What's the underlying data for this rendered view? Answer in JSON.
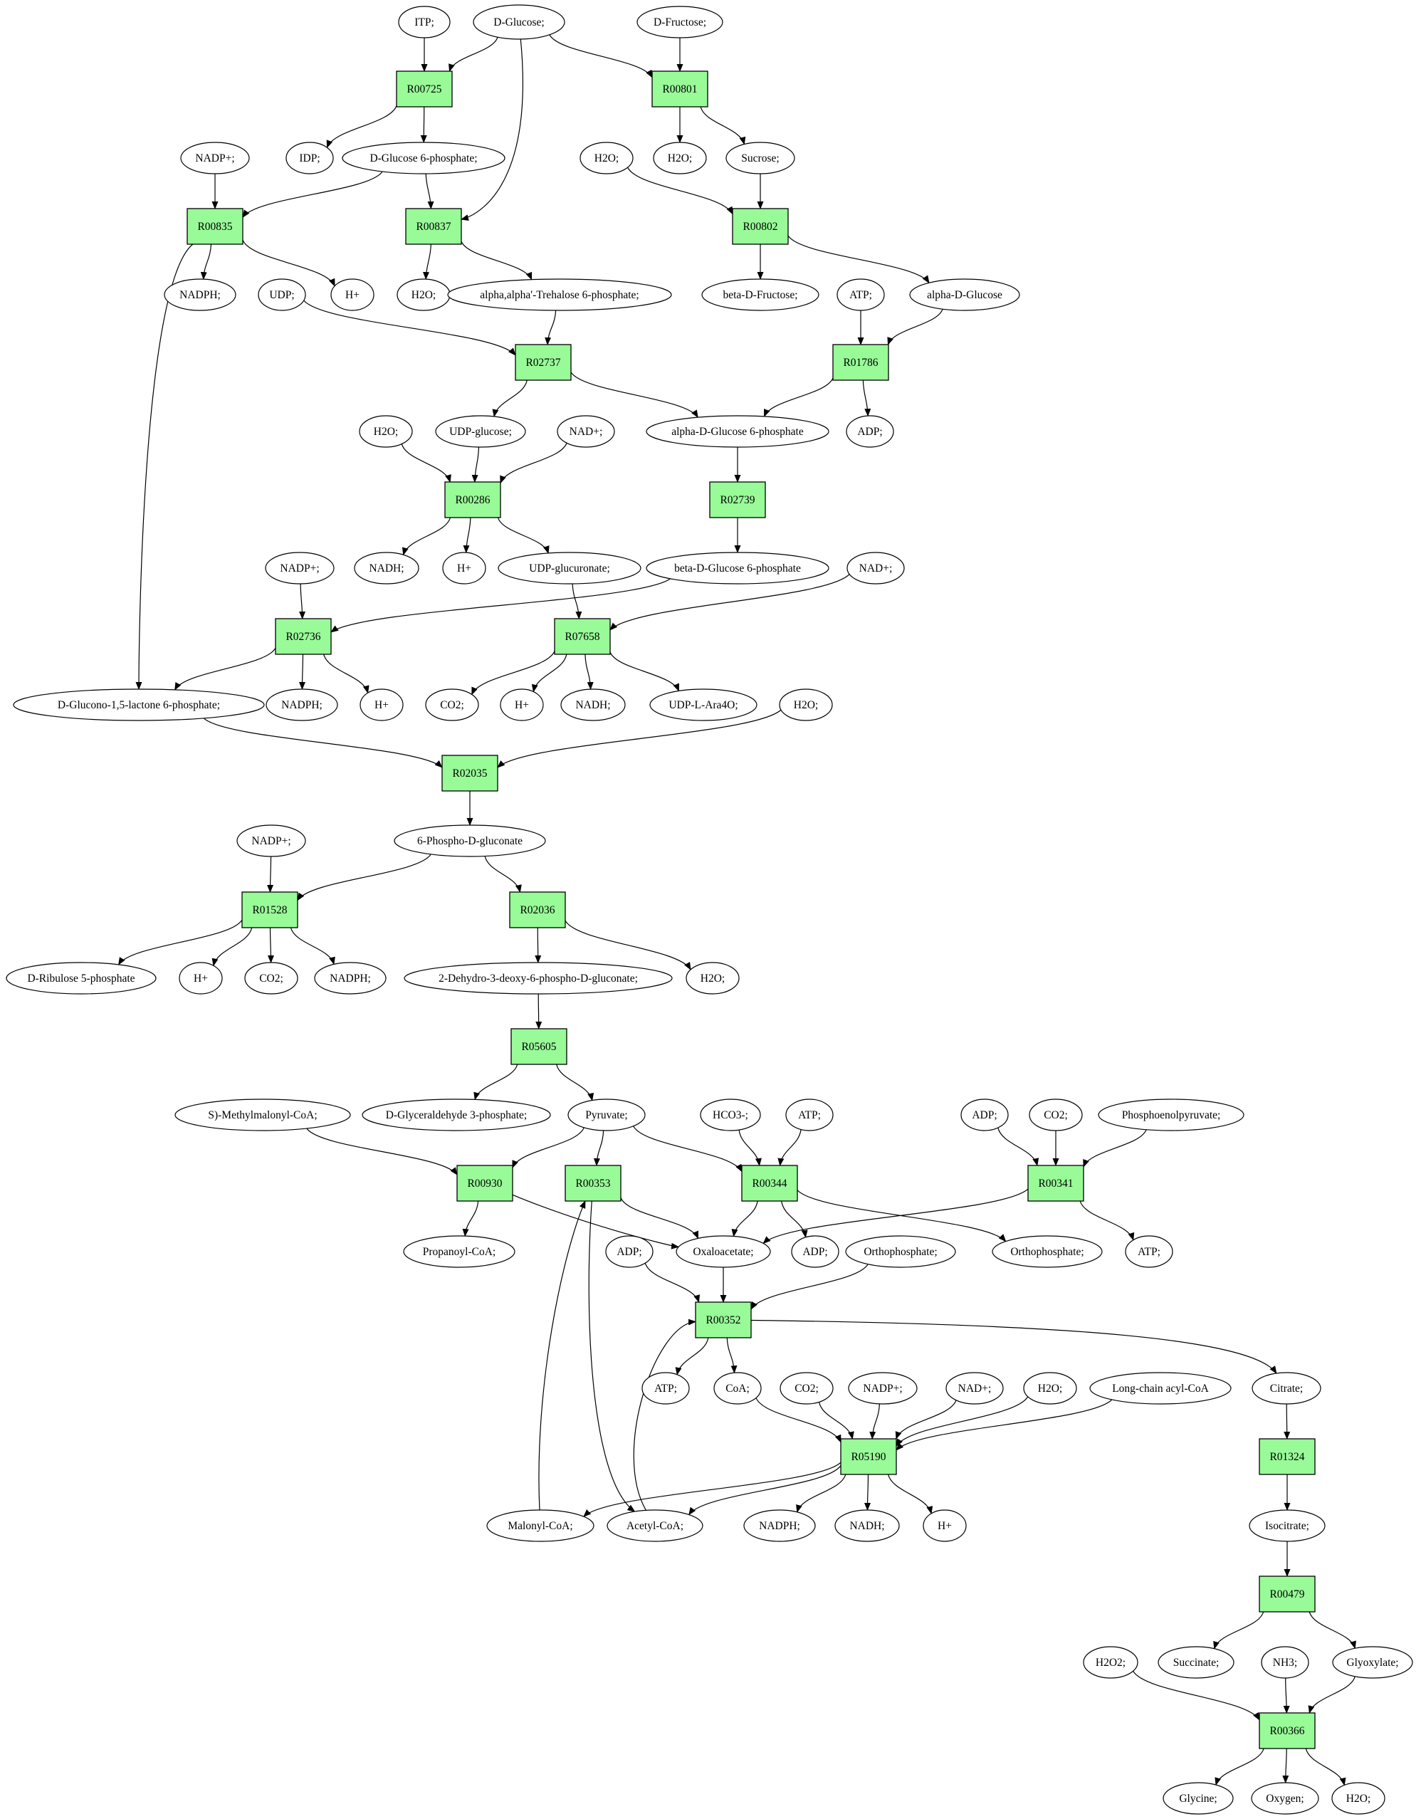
{
  "colors": {
    "reaction_fill": "#98fb98",
    "start_fill": "#00ff00",
    "target_fill": "#ffff00",
    "compound_fill": "#ffffff",
    "stroke": "#000000"
  },
  "compounds": [
    {
      "id": "c_itp",
      "label": "ITP;"
    },
    {
      "id": "c_dglucose",
      "label": "D-Glucose;"
    },
    {
      "id": "c_dfructose",
      "label": "D-Fructose;"
    },
    {
      "id": "c_nadp1",
      "label": "NADP+;"
    },
    {
      "id": "c_idp",
      "label": "IDP;"
    },
    {
      "id": "c_g6p",
      "label": "D-Glucose 6-phosphate;"
    },
    {
      "id": "c_h2o_a",
      "label": "H2O;"
    },
    {
      "id": "c_h2o_b",
      "label": "H2O;"
    },
    {
      "id": "c_sucrose",
      "label": "Sucrose;"
    },
    {
      "id": "c_nadph1",
      "label": "NADPH;"
    },
    {
      "id": "c_udp",
      "label": "UDP;"
    },
    {
      "id": "c_h_1",
      "label": "H+"
    },
    {
      "id": "c_h2o_c",
      "label": "H2O;"
    },
    {
      "id": "c_trehalose",
      "label": "alpha,alpha'-Trehalose 6-phosphate;"
    },
    {
      "id": "c_bfructose",
      "label": "beta-D-Fructose;"
    },
    {
      "id": "c_atp1",
      "label": "ATP;"
    },
    {
      "id": "c_aglucose",
      "label": "alpha-D-Glucose"
    },
    {
      "id": "c_h2o_d",
      "label": "H2O;"
    },
    {
      "id": "c_udpglucose",
      "label": "UDP-glucose;"
    },
    {
      "id": "c_nad1",
      "label": "NAD+;"
    },
    {
      "id": "c_ag6p",
      "label": "alpha-D-Glucose 6-phosphate"
    },
    {
      "id": "c_adp1",
      "label": "ADP;"
    },
    {
      "id": "c_nadh1",
      "label": "NADH;"
    },
    {
      "id": "c_h_2",
      "label": "H+"
    },
    {
      "id": "c_udpglucuronate",
      "label": "UDP-glucuronate;"
    },
    {
      "id": "c_bg6p",
      "label": "beta-D-Glucose 6-phosphate"
    },
    {
      "id": "c_nadp2",
      "label": "NADP+;"
    },
    {
      "id": "c_nad2",
      "label": "NAD+;"
    },
    {
      "id": "c_gluconolactone",
      "label": "D-Glucono-1,5-lactone 6-phosphate;"
    },
    {
      "id": "c_nadph2",
      "label": "NADPH;"
    },
    {
      "id": "c_h_3",
      "label": "H+"
    },
    {
      "id": "c_co2_1",
      "label": "CO2;"
    },
    {
      "id": "c_h_4",
      "label": "H+"
    },
    {
      "id": "c_nadh2",
      "label": "NADH;"
    },
    {
      "id": "c_udpara",
      "label": "UDP-L-Ara4O;"
    },
    {
      "id": "c_h2o_e",
      "label": "H2O;"
    },
    {
      "id": "c_nadp3",
      "label": "NADP+;"
    },
    {
      "id": "c_6pg",
      "label": "6-Phospho-D-gluconate"
    },
    {
      "id": "c_ribulose",
      "label": "D-Ribulose 5-phosphate"
    },
    {
      "id": "c_h_5",
      "label": "H+"
    },
    {
      "id": "c_co2_2",
      "label": "CO2;"
    },
    {
      "id": "c_nadph3",
      "label": "NADPH;"
    },
    {
      "id": "c_kdpg",
      "label": "2-Dehydro-3-deoxy-6-phospho-D-gluconate;"
    },
    {
      "id": "c_h2o_f",
      "label": "H2O;"
    },
    {
      "id": "c_methylmalonyl",
      "label": "S)-Methylmalonyl-CoA;"
    },
    {
      "id": "c_g3p",
      "label": "D-Glyceraldehyde 3-phosphate;"
    },
    {
      "id": "c_pyruvate",
      "label": "Pyruvate;"
    },
    {
      "id": "c_hco3",
      "label": "HCO3-;"
    },
    {
      "id": "c_atp2",
      "label": "ATP;"
    },
    {
      "id": "c_adp2",
      "label": "ADP;"
    },
    {
      "id": "c_co2_3",
      "label": "CO2;"
    },
    {
      "id": "c_pep",
      "label": "Phosphoenolpyruvate;"
    },
    {
      "id": "c_propanoyl",
      "label": "Propanoyl-CoA;"
    },
    {
      "id": "c_adp3",
      "label": "ADP;"
    },
    {
      "id": "c_oxaloacetate",
      "label": "Oxaloacetate;"
    },
    {
      "id": "c_adp4",
      "label": "ADP;"
    },
    {
      "id": "c_orthophos1",
      "label": "Orthophosphate;"
    },
    {
      "id": "c_orthophos2",
      "label": "Orthophosphate;"
    },
    {
      "id": "c_atp3",
      "label": "ATP;"
    },
    {
      "id": "c_atp4",
      "label": "ATP;"
    },
    {
      "id": "c_coa",
      "label": "CoA;"
    },
    {
      "id": "c_co2_4",
      "label": "CO2;"
    },
    {
      "id": "c_nadp4",
      "label": "NADP+;"
    },
    {
      "id": "c_nad3",
      "label": "NAD+;"
    },
    {
      "id": "c_h2o_g",
      "label": "H2O;"
    },
    {
      "id": "c_acylcoa",
      "label": "Long-chain acyl-CoA"
    },
    {
      "id": "c_citrate",
      "label": "Citrate;"
    },
    {
      "id": "c_malonyl",
      "label": "Malonyl-CoA;"
    },
    {
      "id": "c_acetyl",
      "label": "Acetyl-CoA;"
    },
    {
      "id": "c_nadph4",
      "label": "NADPH;"
    },
    {
      "id": "c_nadh3",
      "label": "NADH;"
    },
    {
      "id": "c_h_6",
      "label": "H+"
    },
    {
      "id": "c_isocitrate",
      "label": "Isocitrate;"
    },
    {
      "id": "c_h2o2",
      "label": "H2O2;"
    },
    {
      "id": "c_succinate",
      "label": "Succinate;"
    },
    {
      "id": "c_nh3",
      "label": "NH3;"
    },
    {
      "id": "c_glyoxylate",
      "label": "Glyoxylate;"
    },
    {
      "id": "c_glycine",
      "label": "Glycine;"
    },
    {
      "id": "c_oxygen",
      "label": "Oxygen;"
    },
    {
      "id": "c_h2o_h",
      "label": "H2O;"
    }
  ],
  "reactions": [
    {
      "id": "r_00725",
      "label": "R00725"
    },
    {
      "id": "r_00801",
      "label": "R00801"
    },
    {
      "id": "r_00835",
      "label": "R00835"
    },
    {
      "id": "r_00837",
      "label": "R00837"
    },
    {
      "id": "r_00802",
      "label": "R00802"
    },
    {
      "id": "r_02737",
      "label": "R02737"
    },
    {
      "id": "r_01786",
      "label": "R01786"
    },
    {
      "id": "r_00286",
      "label": "R00286"
    },
    {
      "id": "r_02739",
      "label": "R02739"
    },
    {
      "id": "r_02736",
      "label": "R02736"
    },
    {
      "id": "r_07658",
      "label": "R07658"
    },
    {
      "id": "r_02035",
      "label": "R02035"
    },
    {
      "id": "r_01528",
      "label": "R01528"
    },
    {
      "id": "r_02036",
      "label": "R02036"
    },
    {
      "id": "r_05605",
      "label": "R05605"
    },
    {
      "id": "r_00930",
      "label": "R00930"
    },
    {
      "id": "r_00353",
      "label": "R00353"
    },
    {
      "id": "r_00344",
      "label": "R00344"
    },
    {
      "id": "r_00341",
      "label": "R00341"
    },
    {
      "id": "r_00352",
      "label": "R00352"
    },
    {
      "id": "r_05190",
      "label": "R05190"
    },
    {
      "id": "r_01324",
      "label": "R01324"
    },
    {
      "id": "r_00479",
      "label": "R00479"
    },
    {
      "id": "r_00366",
      "label": "R00366"
    }
  ],
  "edges": [
    [
      "c_itp",
      "r_00725"
    ],
    [
      "c_dglucose",
      "r_00725"
    ],
    [
      "r_00725",
      "c_idp"
    ],
    [
      "r_00725",
      "c_g6p"
    ],
    [
      "c_dglucose",
      "r_00801"
    ],
    [
      "c_dfructose",
      "r_00801"
    ],
    [
      "r_00801",
      "c_h2o_b"
    ],
    [
      "r_00801",
      "c_sucrose"
    ],
    [
      "c_dglucose",
      "r_00837"
    ],
    [
      "c_nadp1",
      "r_00835"
    ],
    [
      "c_g6p",
      "r_00835"
    ],
    [
      "r_00835",
      "c_nadph1"
    ],
    [
      "r_00835",
      "c_h_1"
    ],
    [
      "r_00835",
      "c_gluconolactone"
    ],
    [
      "c_g6p",
      "r_00837"
    ],
    [
      "r_00837",
      "c_h2o_c"
    ],
    [
      "r_00837",
      "c_trehalose"
    ],
    [
      "c_h2o_a",
      "r_00802"
    ],
    [
      "c_sucrose",
      "r_00802"
    ],
    [
      "r_00802",
      "c_bfructose"
    ],
    [
      "r_00802",
      "c_aglucose"
    ],
    [
      "c_udp",
      "r_02737"
    ],
    [
      "c_trehalose",
      "r_02737"
    ],
    [
      "r_02737",
      "c_udpglucose"
    ],
    [
      "r_02737",
      "c_ag6p"
    ],
    [
      "c_atp1",
      "r_01786"
    ],
    [
      "c_aglucose",
      "r_01786"
    ],
    [
      "r_01786",
      "c_ag6p"
    ],
    [
      "r_01786",
      "c_adp1"
    ],
    [
      "c_h2o_d",
      "r_00286"
    ],
    [
      "c_udpglucose",
      "r_00286"
    ],
    [
      "c_nad1",
      "r_00286"
    ],
    [
      "r_00286",
      "c_nadh1"
    ],
    [
      "r_00286",
      "c_h_2"
    ],
    [
      "r_00286",
      "c_udpglucuronate"
    ],
    [
      "c_ag6p",
      "r_02739"
    ],
    [
      "r_02739",
      "c_bg6p"
    ],
    [
      "c_nadp2",
      "r_02736"
    ],
    [
      "c_bg6p",
      "r_02736"
    ],
    [
      "r_02736",
      "c_gluconolactone"
    ],
    [
      "r_02736",
      "c_nadph2"
    ],
    [
      "r_02736",
      "c_h_3"
    ],
    [
      "c_udpglucuronate",
      "r_07658"
    ],
    [
      "c_nad2",
      "r_07658"
    ],
    [
      "r_07658",
      "c_co2_1"
    ],
    [
      "r_07658",
      "c_h_4"
    ],
    [
      "r_07658",
      "c_nadh2"
    ],
    [
      "r_07658",
      "c_udpara"
    ],
    [
      "c_gluconolactone",
      "r_02035"
    ],
    [
      "c_h2o_e",
      "r_02035"
    ],
    [
      "r_02035",
      "c_6pg"
    ],
    [
      "c_nadp3",
      "r_01528"
    ],
    [
      "c_6pg",
      "r_01528"
    ],
    [
      "r_01528",
      "c_ribulose"
    ],
    [
      "r_01528",
      "c_h_5"
    ],
    [
      "r_01528",
      "c_co2_2"
    ],
    [
      "r_01528",
      "c_nadph3"
    ],
    [
      "c_6pg",
      "r_02036"
    ],
    [
      "r_02036",
      "c_kdpg"
    ],
    [
      "r_02036",
      "c_h2o_f"
    ],
    [
      "c_kdpg",
      "r_05605"
    ],
    [
      "r_05605",
      "c_g3p"
    ],
    [
      "r_05605",
      "c_pyruvate"
    ],
    [
      "c_methylmalonyl",
      "r_00930"
    ],
    [
      "c_pyruvate",
      "r_00930"
    ],
    [
      "r_00930",
      "c_propanoyl"
    ],
    [
      "r_00930",
      "c_oxaloacetate"
    ],
    [
      "c_pyruvate",
      "r_00353"
    ],
    [
      "c_malonyl",
      "r_00353"
    ],
    [
      "r_00353",
      "c_oxaloacetate"
    ],
    [
      "r_00353",
      "c_acetyl"
    ],
    [
      "c_pyruvate",
      "r_00344"
    ],
    [
      "c_hco3",
      "r_00344"
    ],
    [
      "c_atp2",
      "r_00344"
    ],
    [
      "r_00344",
      "c_oxaloacetate"
    ],
    [
      "r_00344",
      "c_adp4"
    ],
    [
      "r_00344",
      "c_orthophos2"
    ],
    [
      "c_adp2",
      "r_00341"
    ],
    [
      "c_co2_3",
      "r_00341"
    ],
    [
      "c_pep",
      "r_00341"
    ],
    [
      "r_00341",
      "c_oxaloacetate"
    ],
    [
      "r_00341",
      "c_atp3"
    ],
    [
      "c_adp3",
      "r_00352"
    ],
    [
      "c_oxaloacetate",
      "r_00352"
    ],
    [
      "c_orthophos1",
      "r_00352"
    ],
    [
      "c_acetyl",
      "r_00352"
    ],
    [
      "r_00352",
      "c_atp4"
    ],
    [
      "r_00352",
      "c_coa"
    ],
    [
      "r_00352",
      "c_citrate"
    ],
    [
      "c_coa",
      "r_05190"
    ],
    [
      "c_co2_4",
      "r_05190"
    ],
    [
      "c_nadp4",
      "r_05190"
    ],
    [
      "c_nad3",
      "r_05190"
    ],
    [
      "c_h2o_g",
      "r_05190"
    ],
    [
      "c_acylcoa",
      "r_05190"
    ],
    [
      "r_05190",
      "c_malonyl"
    ],
    [
      "r_05190",
      "c_acetyl"
    ],
    [
      "r_05190",
      "c_nadph4"
    ],
    [
      "r_05190",
      "c_nadh3"
    ],
    [
      "r_05190",
      "c_h_6"
    ],
    [
      "c_citrate",
      "r_01324"
    ],
    [
      "r_01324",
      "c_isocitrate"
    ],
    [
      "c_isocitrate",
      "r_00479"
    ],
    [
      "r_00479",
      "c_succinate"
    ],
    [
      "r_00479",
      "c_glyoxylate"
    ],
    [
      "c_h2o2",
      "r_00366"
    ],
    [
      "c_nh3",
      "r_00366"
    ],
    [
      "c_glyoxylate",
      "r_00366"
    ],
    [
      "r_00366",
      "c_glycine"
    ],
    [
      "r_00366",
      "c_oxygen"
    ],
    [
      "r_00366",
      "c_h2o_h"
    ]
  ]
}
